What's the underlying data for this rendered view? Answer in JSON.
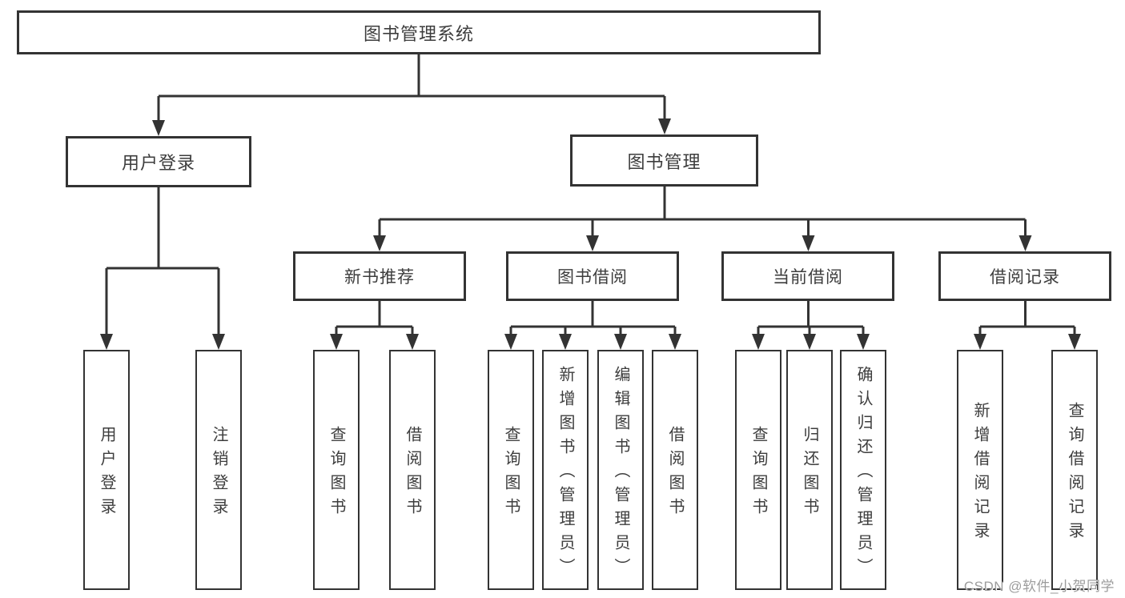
{
  "diagram": {
    "root": {
      "label": "图书管理系统"
    },
    "user_login": {
      "label": "用户登录",
      "children": [
        {
          "label": "用户登录"
        },
        {
          "label": "注销登录"
        }
      ]
    },
    "book_management": {
      "label": "图书管理",
      "groups": [
        {
          "label": "新书推荐",
          "children": [
            {
              "label": "查询图书"
            },
            {
              "label": "借阅图书"
            }
          ]
        },
        {
          "label": "图书借阅",
          "children": [
            {
              "label": "查询图书"
            },
            {
              "label": "新增图书（管理员）"
            },
            {
              "label": "编辑图书（管理员）"
            },
            {
              "label": "借阅图书"
            }
          ]
        },
        {
          "label": "当前借阅",
          "children": [
            {
              "label": "查询图书"
            },
            {
              "label": "归还图书"
            },
            {
              "label": "确认归还（管理员）"
            }
          ]
        },
        {
          "label": "借阅记录",
          "children": [
            {
              "label": "新增借阅记录"
            },
            {
              "label": "查询借阅记录"
            }
          ]
        }
      ]
    },
    "watermark": {
      "text": "CSDN @软件_小贺同学"
    },
    "colors": {
      "line": "#333333",
      "text": "#3d3d3d",
      "background": "#ffffff",
      "watermark": "#9c9c9c"
    }
  }
}
